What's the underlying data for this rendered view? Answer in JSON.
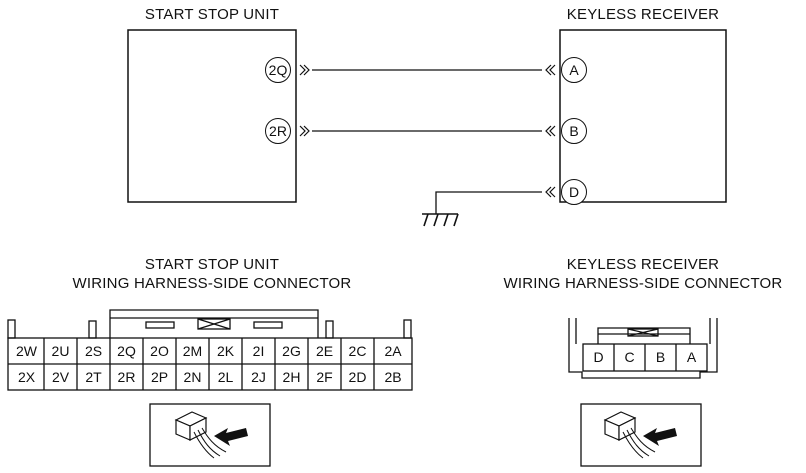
{
  "units": {
    "start_stop_title": "START STOP UNIT",
    "keyless_title": "KEYLESS RECEIVER"
  },
  "terminals": {
    "ssu": [
      "2Q",
      "2R"
    ],
    "kr": [
      "A",
      "B",
      "D"
    ]
  },
  "connectors": {
    "ssu_title_line1": "START STOP UNIT",
    "ssu_title_line2": "WIRING HARNESS-SIDE CONNECTOR",
    "kr_title_line1": "KEYLESS RECEIVER",
    "kr_title_line2": "WIRING HARNESS-SIDE CONNECTOR",
    "ssu_row1": [
      "2W",
      "2U",
      "2S",
      "2Q",
      "2O",
      "2M",
      "2K",
      "2I",
      "2G",
      "2E",
      "2C",
      "2A"
    ],
    "ssu_row2": [
      "2X",
      "2V",
      "2T",
      "2R",
      "2P",
      "2N",
      "2L",
      "2J",
      "2H",
      "2F",
      "2D",
      "2B"
    ],
    "kr_row": [
      "D",
      "C",
      "B",
      "A"
    ]
  }
}
